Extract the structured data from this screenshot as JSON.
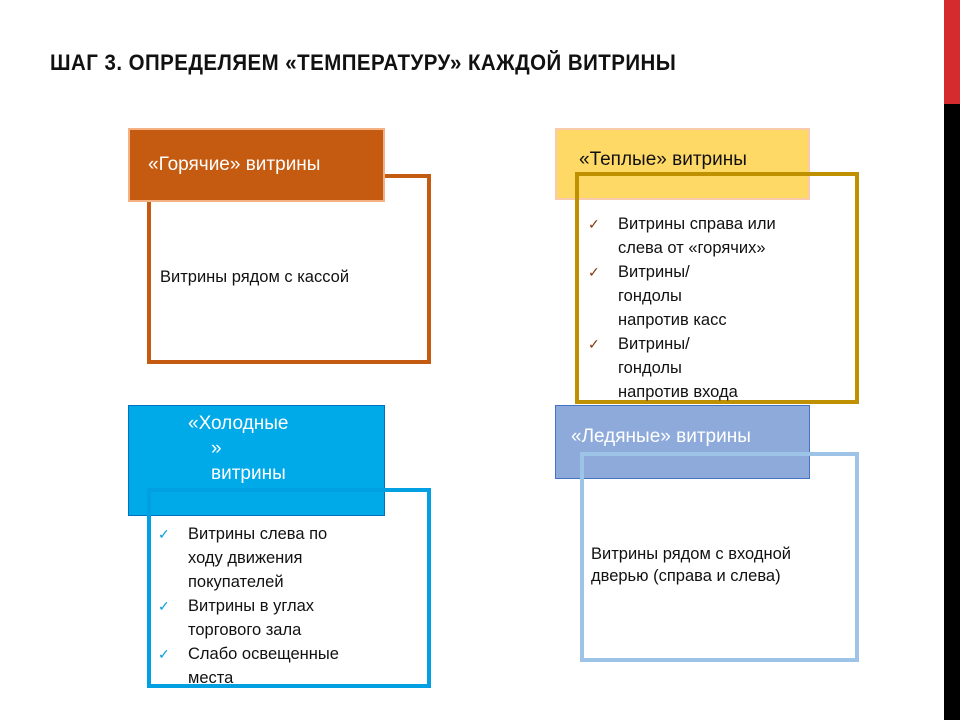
{
  "slide": {
    "title": "ШАГ 3. ОПРЕДЕЛЯЕМ «ТЕМПЕРАТУРУ»  КАЖДОЙ ВИТРИНЫ",
    "accent_colors": {
      "side_bar_top": "#D52B2E",
      "side_bar_bottom": "#000000"
    }
  },
  "cards": {
    "hot": {
      "header": "«Горячие» витрины",
      "header_color": "#C55A11",
      "outline_color": "#C55A11",
      "text": "Витрины рядом с кассой"
    },
    "warm": {
      "header": "«Теплые» витрины",
      "header_color": "#FFD966",
      "outline_color": "#BF9000",
      "check_color": "#843C0C",
      "items": [
        {
          "text": "Витрины справа или\nслева от «горячих»"
        },
        {
          "text": "Витрины/\nгондолы\nнапротив касс"
        },
        {
          "text": "Витрины/\nгондолы\nнапротив входа"
        }
      ]
    },
    "cold": {
      "header_line1": "«Холодные",
      "header_line2": "»",
      "header_line3": "витрины",
      "header_color": "#00A9E8",
      "outline_color": "#00A0E3",
      "check_color": "#0E9BD8",
      "items": [
        {
          "text": "Витрины слева по\n ходу движения\nпокупателей"
        },
        {
          "text": "Витрины в углах\nторгового зала"
        },
        {
          "text": "Слабо освещенные\n места"
        }
      ]
    },
    "ice": {
      "header": "«Ледяные» витрины",
      "header_color": "#8EAADB",
      "outline_color": "#9DC3E6",
      "text": "Витрины рядом с входной\nдверью (справа и слева)"
    }
  },
  "icons": {
    "check": "✓"
  }
}
